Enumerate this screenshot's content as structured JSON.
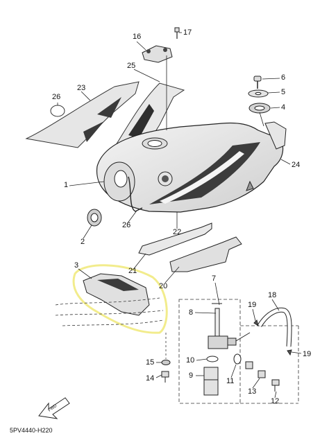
{
  "callouts": {
    "c1": "1",
    "c2": "2",
    "c3": "3",
    "c4": "4",
    "c5": "5",
    "c6": "6",
    "c7": "7",
    "c8": "8",
    "c9": "9",
    "c10": "10",
    "c11": "11",
    "c12": "12",
    "c13": "13",
    "c14": "14",
    "c15": "15",
    "c16": "16",
    "c17": "17",
    "c18": "18",
    "c19a": "19",
    "c19b": "19",
    "c20": "20",
    "c21": "21",
    "c22": "22",
    "c23": "23",
    "c24": "24",
    "c25": "25",
    "c26a": "26",
    "c26b": "26"
  },
  "fwd_label": "FWD",
  "diagram_code": "5PV4440-H220",
  "highlight_color": "#f2ec8c",
  "line_color": "#1a1a1a"
}
